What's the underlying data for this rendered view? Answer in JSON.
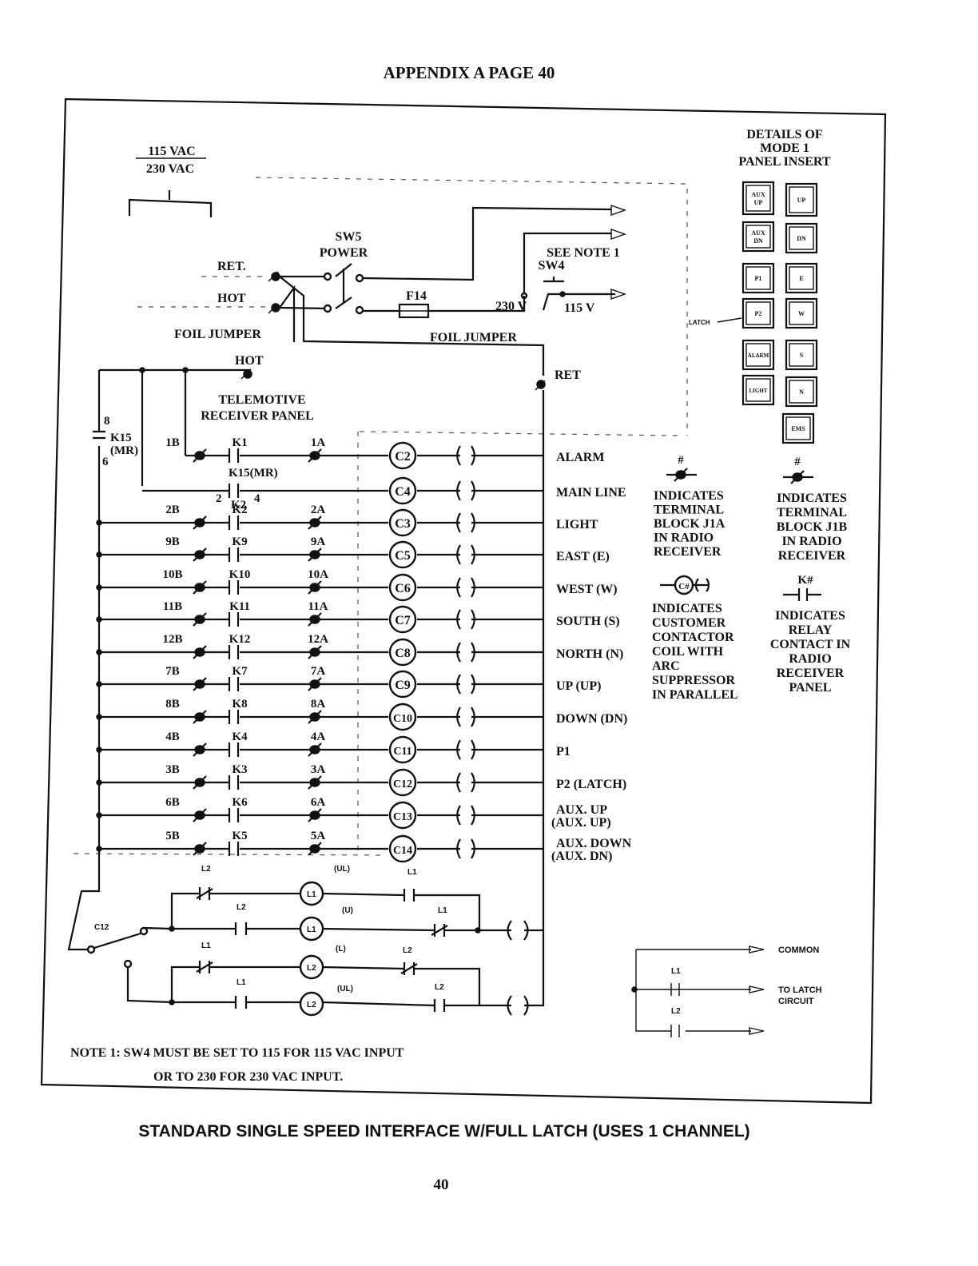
{
  "header": {
    "title": "APPENDIX A PAGE 40"
  },
  "supply": {
    "line1": "115 VAC",
    "line2": "230 VAC"
  },
  "power": {
    "sw5": "SW5",
    "sw5_label": "POWER",
    "ret": "RET.",
    "hot": "HOT",
    "fuse": "F14",
    "foil_left": "FOIL JUMPER",
    "foil_right": "FOIL JUMPER",
    "hot_term": "HOT",
    "ret_term": "RET",
    "note_ref": "SEE NOTE 1",
    "sw4": "SW4",
    "v230": "230 V",
    "v115": "115 V"
  },
  "receiver": {
    "line1": "TELEMOTIVE",
    "line2": "RECEIVER PANEL"
  },
  "k15": {
    "label": "K15",
    "mr": "(MR)",
    "t8": "8",
    "t6": "6",
    "k15mr": "K15(MR)",
    "n2": "2",
    "n4": "4",
    "k2": "K2"
  },
  "rungs": [
    {
      "b": "1B",
      "k": "K1",
      "a": "1A",
      "coil": "C2",
      "label": "ALARM"
    },
    {
      "b": "",
      "k": "K15(MR)",
      "a": "",
      "coil": "C4",
      "label": "MAIN LINE"
    },
    {
      "b": "2B",
      "k": "K2",
      "a": "2A",
      "coil": "C3",
      "label": "LIGHT"
    },
    {
      "b": "9B",
      "k": "K9",
      "a": "9A",
      "coil": "C5",
      "label": "EAST (E)"
    },
    {
      "b": "10B",
      "k": "K10",
      "a": "10A",
      "coil": "C6",
      "label": "WEST (W)"
    },
    {
      "b": "11B",
      "k": "K11",
      "a": "11A",
      "coil": "C7",
      "label": "SOUTH (S)"
    },
    {
      "b": "12B",
      "k": "K12",
      "a": "12A",
      "coil": "C8",
      "label": "NORTH (N)"
    },
    {
      "b": "7B",
      "k": "K7",
      "a": "7A",
      "coil": "C9",
      "label": "UP (UP)"
    },
    {
      "b": "8B",
      "k": "K8",
      "a": "8A",
      "coil": "C10",
      "label": "DOWN (DN)"
    },
    {
      "b": "4B",
      "k": "K4",
      "a": "4A",
      "coil": "C11",
      "label": "P1"
    },
    {
      "b": "3B",
      "k": "K3",
      "a": "3A",
      "coil": "C12",
      "label": "P2 (LATCH)"
    },
    {
      "b": "6B",
      "k": "K6",
      "a": "6A",
      "coil": "C13",
      "label": "AUX. UP",
      "label2": "(AUX. UP)"
    },
    {
      "b": "5B",
      "k": "K5",
      "a": "5A",
      "coil": "C14",
      "label": "AUX. DOWN",
      "label2": "(AUX. DN)"
    }
  ],
  "panel_insert": {
    "title1": "DETAILS OF",
    "title2": "MODE 1",
    "title3": "PANEL INSERT",
    "buttons": [
      {
        "label": "AUX\nUP"
      },
      {
        "label": "UP"
      },
      {
        "label": "AUX\nDN"
      },
      {
        "label": "DN"
      },
      {
        "label": "P1"
      },
      {
        "label": "E"
      },
      {
        "label": "P2"
      },
      {
        "label": "W"
      },
      {
        "label": "ALARM"
      },
      {
        "label": "S"
      },
      {
        "label": "LIGHT"
      },
      {
        "label": "N"
      },
      {
        "label": "EMS"
      }
    ],
    "latch": "LATCH"
  },
  "legend": {
    "hash": "#",
    "j1a": [
      "INDICATES",
      "TERMINAL",
      "BLOCK J1A",
      "IN RADIO",
      "RECEIVER"
    ],
    "j1b": [
      "INDICATES",
      "TERMINAL",
      "BLOCK J1B",
      "IN RADIO",
      "RECEIVER"
    ],
    "coil_symbol": "C#",
    "coil": [
      "INDICATES",
      "CUSTOMER",
      "CONTACTOR",
      "COIL WITH",
      "ARC",
      "SUPPRESSOR",
      "IN PARALLEL"
    ],
    "relay_symbol": "K#",
    "relay": [
      "INDICATES",
      "RELAY",
      "CONTACT IN",
      "RADIO",
      "RECEIVER",
      "PANEL"
    ]
  },
  "latch_circuit": {
    "c12": "C12",
    "labels": {
      "l1": "L1",
      "l2": "L2",
      "lu": "(U)",
      "ll": "(L)",
      "lul": "(UL)"
    },
    "common": "COMMON",
    "to_latch": "TO LATCH",
    "circuit": "CIRCUIT"
  },
  "note": {
    "line1": "NOTE 1: SW4 MUST BE SET TO 115 FOR 115 VAC INPUT",
    "line2": "OR TO 230 FOR 230 VAC INPUT."
  },
  "caption": "STANDARD SINGLE SPEED INTERFACE W/FULL LATCH (USES 1 CHANNEL)",
  "page_number": "40"
}
